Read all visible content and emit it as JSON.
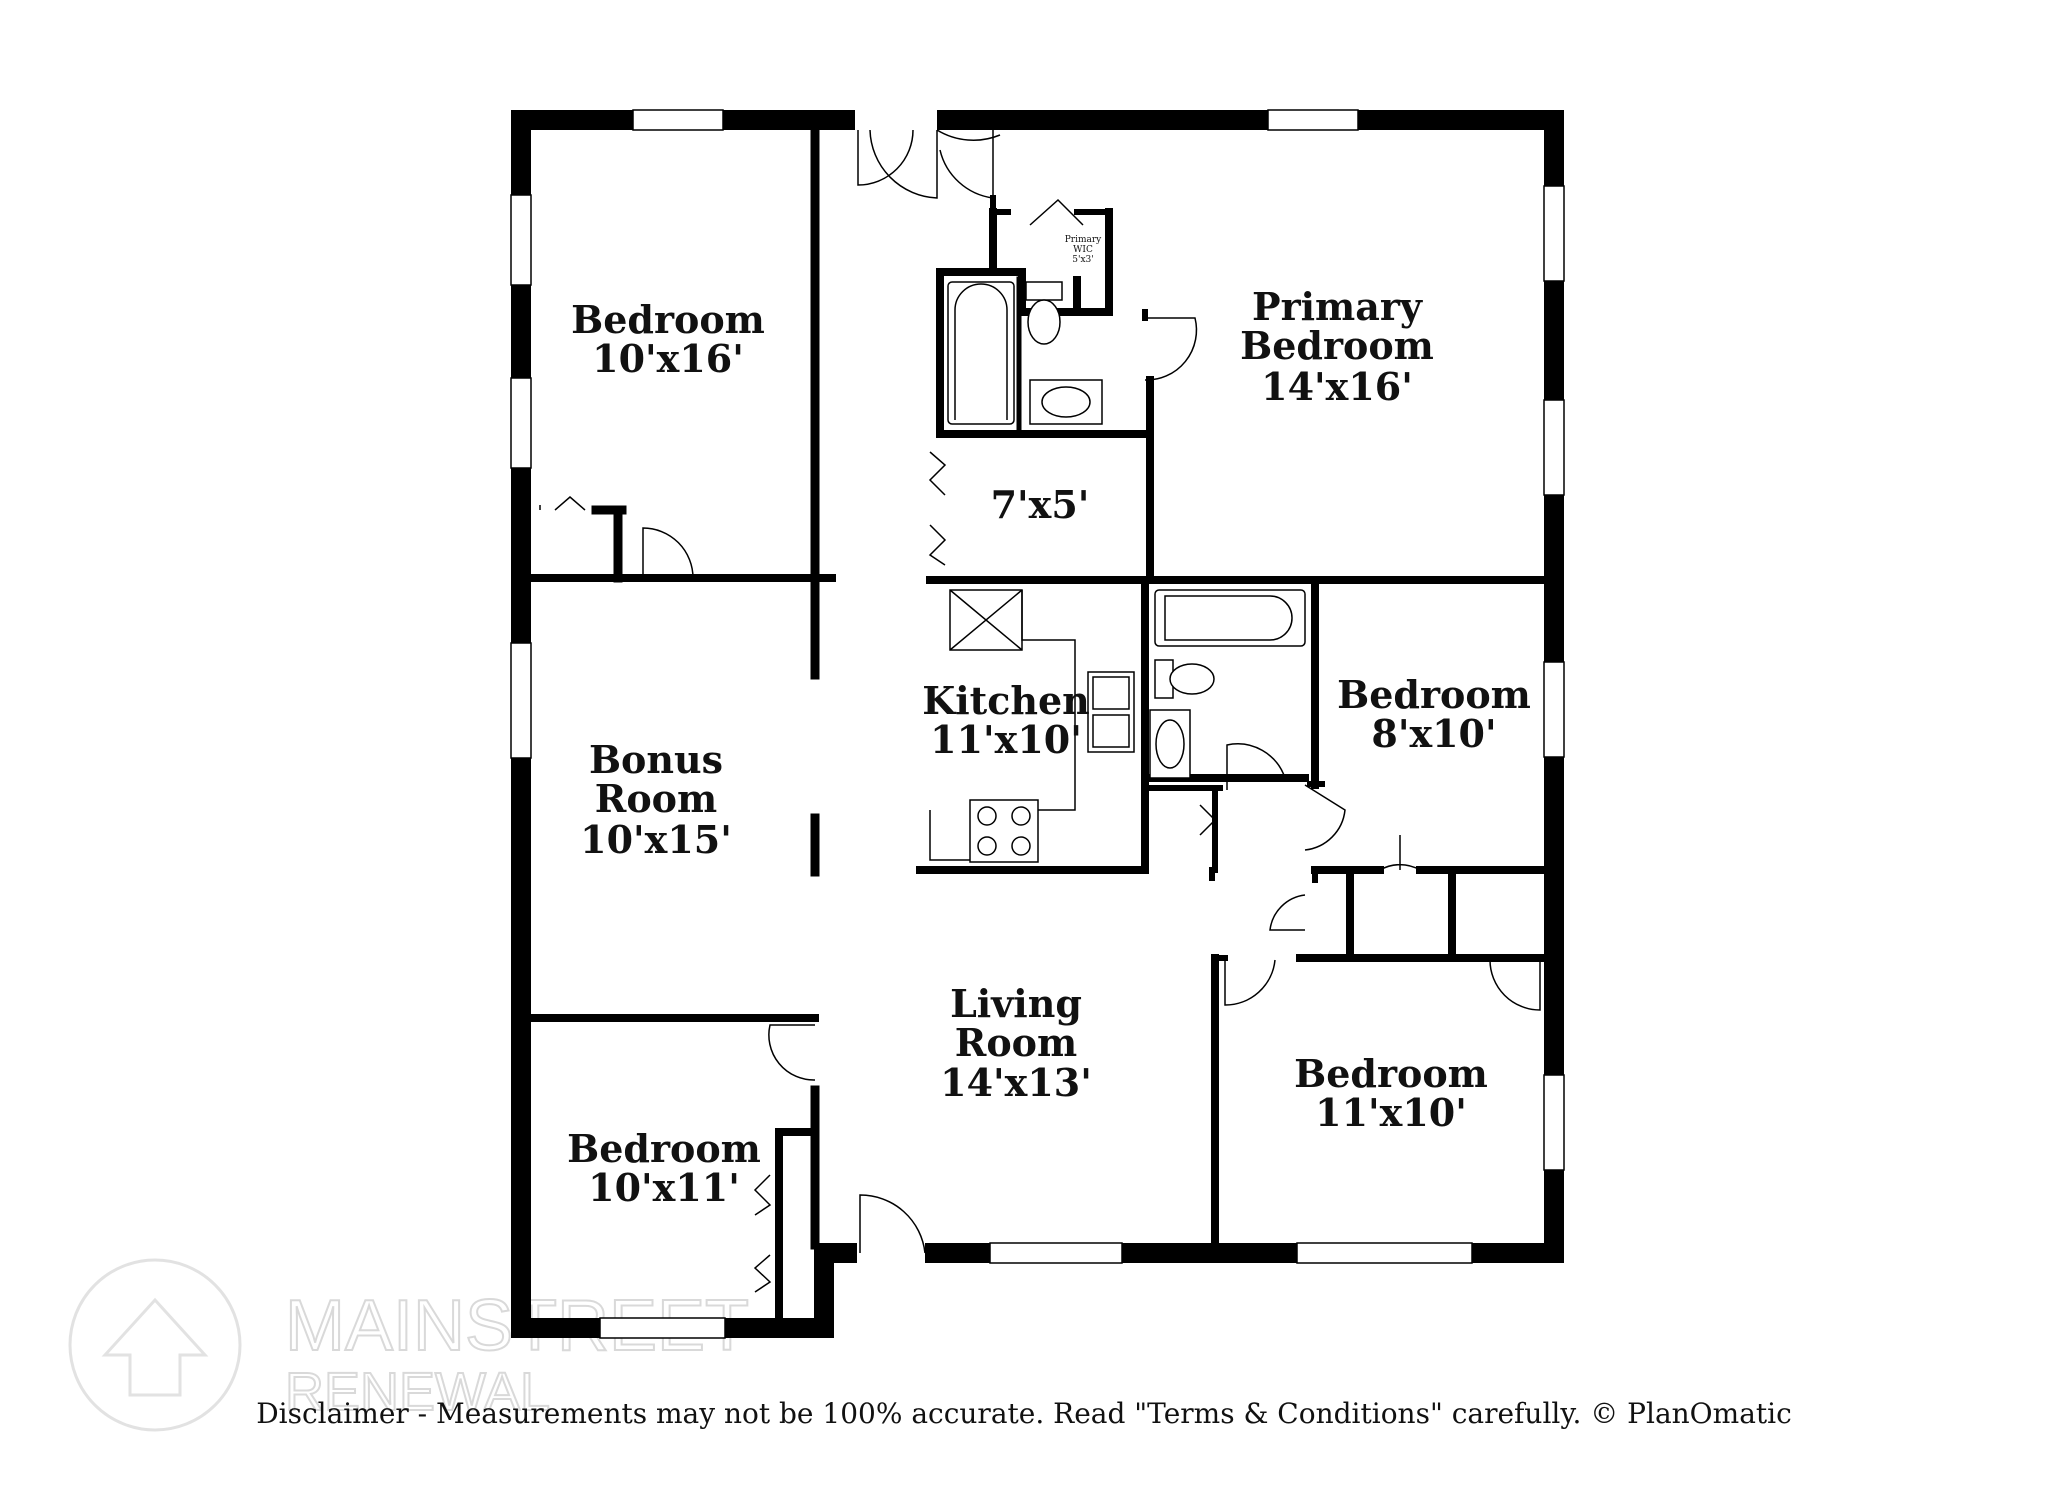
{
  "rooms": {
    "bedroom_nw": {
      "name": "Bedroom",
      "size": "10'x16'"
    },
    "primary": {
      "name_line1": "Primary",
      "name_line2": "Bedroom",
      "size": "14'x16'"
    },
    "primary_wic": {
      "line1": "Primary",
      "line2": "WIC",
      "size": "5'x3'"
    },
    "closet": {
      "size": "7'x5'"
    },
    "bonus": {
      "name_line1": "Bonus",
      "name_line2": "Room",
      "size": "10'x15'"
    },
    "kitchen": {
      "name": "Kitchen",
      "size": "11'x10'"
    },
    "bedroom_e": {
      "name": "Bedroom",
      "size": "8'x10'"
    },
    "living": {
      "name_line1": "Living",
      "name_line2": "Room",
      "size": "14'x13'"
    },
    "bedroom_se": {
      "name": "Bedroom",
      "size": "11'x10'"
    },
    "bedroom_sw": {
      "name": "Bedroom",
      "size": "10'x11'"
    }
  },
  "watermark": {
    "line1": "MAINSTREET",
    "line2": "RENEWAL"
  },
  "disclaimer": "Disclaimer - Measurements may not be 100% accurate. Read \"Terms & Conditions\" carefully. © PlanOmatic"
}
